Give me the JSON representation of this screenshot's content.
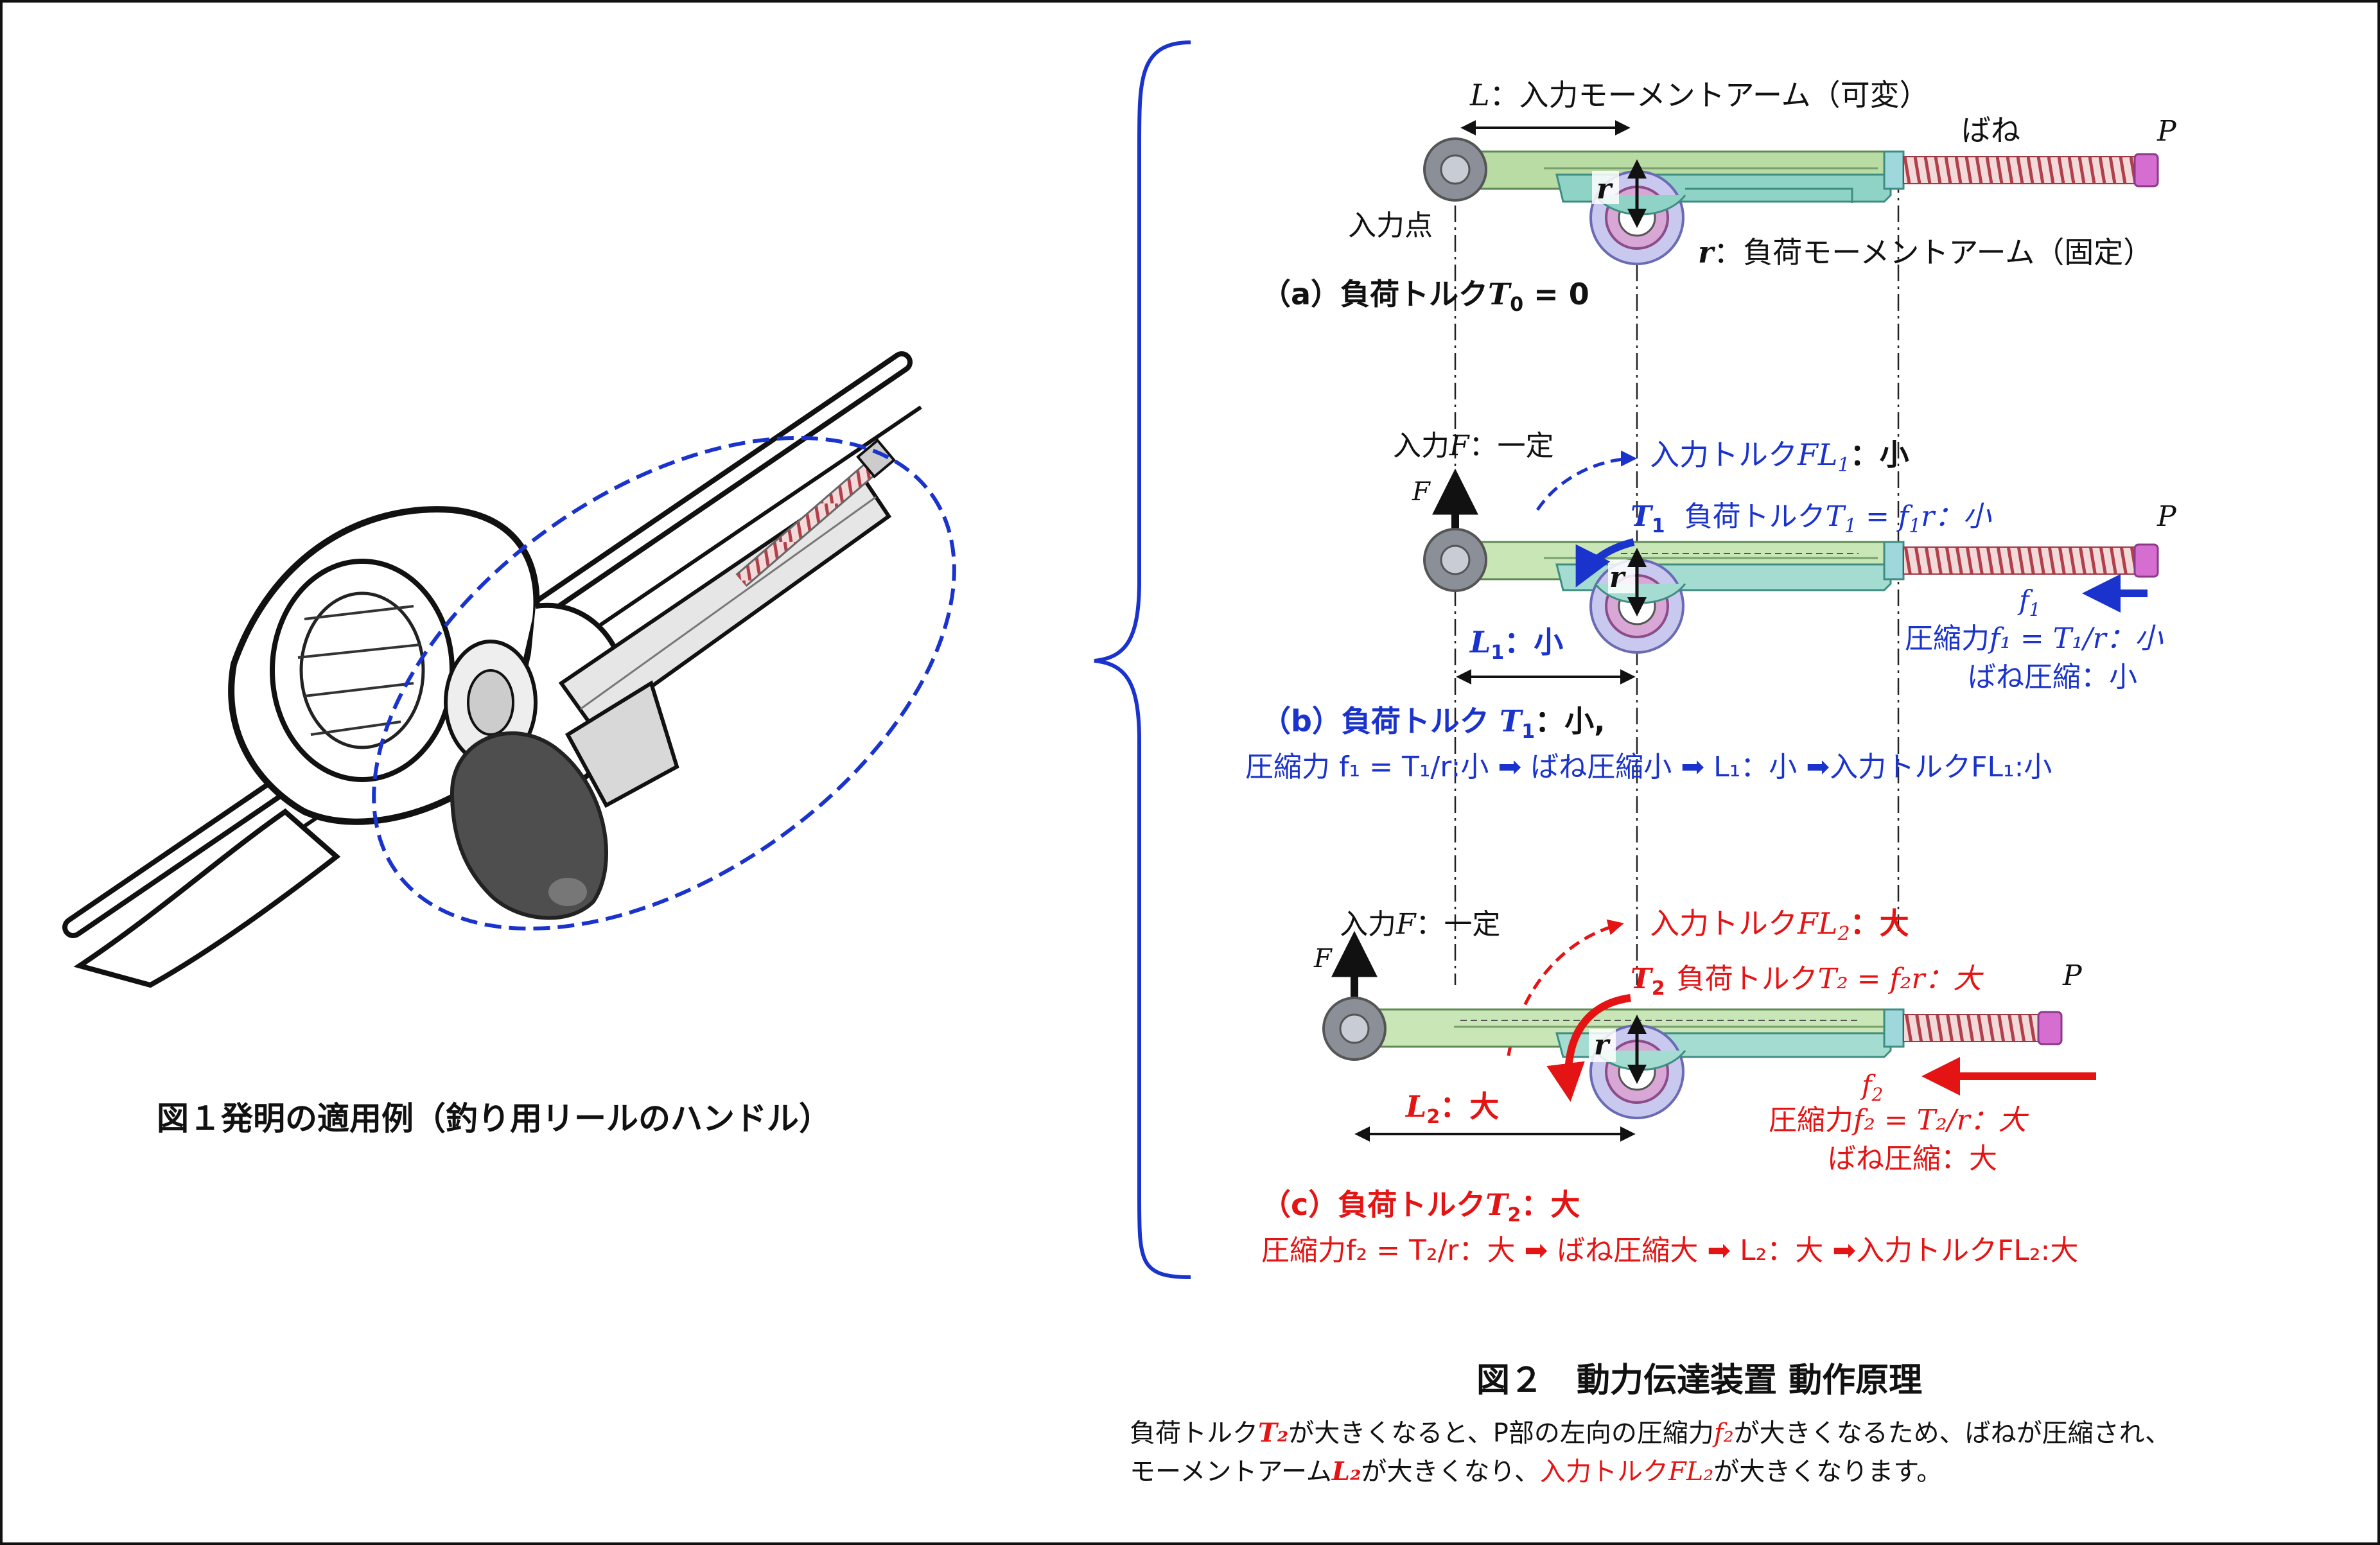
{
  "figure1": {
    "caption": "図１発明の適用例（釣り用リールのハンドル）"
  },
  "figure2": {
    "caption": "図２　動力伝達装置 動作原理",
    "point_p": "P",
    "panel_a": {
      "l_symbol": "L",
      "l_desc": "：入力モーメントアーム（可変）",
      "spring_label": "ばね",
      "input_point": "入力点",
      "r_symbol": "r",
      "r_desc": "：負荷モーメントアーム（固定）",
      "title_prefix": "（a）負荷トルク",
      "title_sym": "T",
      "title_sub": "0",
      "title_tail": " = 0"
    },
    "panel_b": {
      "input_label": "入力",
      "f_sym": "F",
      "const_label": "：一定",
      "torque_in_label": "入力トルク",
      "torque_in_sym": "FL",
      "torque_in_sub": "1",
      "torque_in_tail": "：小",
      "t_sym": "T",
      "t_sub": "1",
      "load_label": "負荷トルク",
      "load_eq_a": " = f",
      "load_eq_sub": "1",
      "load_eq_b": "r：小",
      "force_sym": "f",
      "force_sub": "1",
      "comp_label": "圧縮力",
      "comp_eq": "f₁ = T₁/r：小",
      "spring_comp": "ばね圧縮：小",
      "l_label": "L",
      "l_sub": "1",
      "l_tail": "：小",
      "title_prefix": "（b）負荷トルク ",
      "title_sym": "T",
      "title_sub": "1",
      "title_tail": "：小,",
      "chain": "圧縮力 f₁ = T₁/r:小 ➡ ばね圧縮小 ➡ L₁：小 ➡入力トルクFL₁:小"
    },
    "panel_c": {
      "input_label": "入力",
      "f_sym": "F",
      "const_label": "：一定",
      "torque_in_label": "入力トルク",
      "torque_in_sym": "FL",
      "torque_in_sub": "2",
      "torque_in_tail": "：大",
      "t_sym": "T",
      "t_sub": "2",
      "load_label": "負荷トルク",
      "load_eq": "T₂ = f₂r：大",
      "force_sym": "f",
      "force_sub": "2",
      "comp_label": "圧縮力",
      "comp_eq": "f₂ = T₂/r：大",
      "spring_comp": "ばね圧縮：大",
      "l_label": "L",
      "l_sub": "2",
      "l_tail": "：大",
      "title_prefix": "（c）負荷トルク",
      "title_sym": "T",
      "title_sub": "2",
      "title_tail": "：大",
      "chain": "圧縮力f₂ = T₂/r：大 ➡ ばね圧縮大 ➡ L₂：大 ➡入力トルクFL₂:大"
    },
    "description": {
      "line1_a": "負荷トルク",
      "line1_sym": "T₂",
      "line1_b": "が大きくなると、P部の左向の圧縮力",
      "line1_sym2": "f₂",
      "line1_c": "が大きくなるため、ばねが圧縮され、",
      "line2_a": "モーメントアーム",
      "line2_sym": "L₂",
      "line2_b": "が大きくなり、",
      "line2_red": "入力トルク",
      "line2_sym2": "FL₂",
      "line2_c": "が大きくなります。"
    }
  },
  "colors": {
    "blue": "#1a33cc",
    "red": "#e51414",
    "arm_green": "#b9dba4",
    "arm_teal": "#8fd3c7",
    "spring": "#c0505a",
    "end_cap": "#d56ed0",
    "knob": "#8a8f98"
  }
}
